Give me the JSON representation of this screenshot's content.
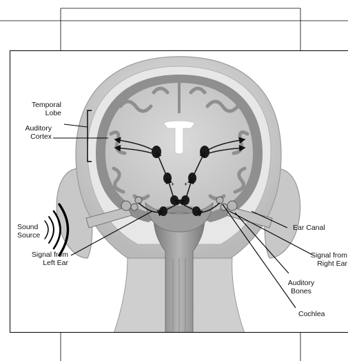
{
  "labels": {
    "temporal_lobe": [
      "Temporal",
      "Lobe"
    ],
    "auditory_cortex": [
      "Auditory",
      "Cortex"
    ],
    "sound_source": [
      "Sound",
      "Source"
    ],
    "signal_left": [
      "Signal from",
      "Left Ear"
    ],
    "ear_canal": "Ear Canal",
    "signal_right": [
      "Signal from",
      "Right Ear"
    ],
    "auditory_bones": [
      "Auditory",
      "Bones"
    ],
    "cochlea": "Cochlea"
  },
  "colors": {
    "skin": "#d8d8d8",
    "skin_edge": "#a8a8a8",
    "cortex": "#8f8f8f",
    "white_matter": "#cfcfcf",
    "brainstem": "#9a9a9a",
    "nerve": "#1a1a1a"
  }
}
